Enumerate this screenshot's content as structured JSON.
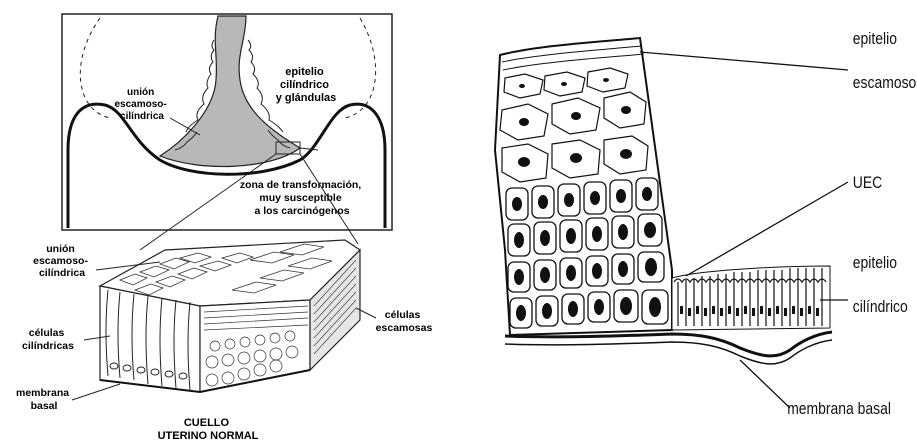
{
  "left_panel": {
    "top_inset": {
      "label_union": [
        "unión",
        "escamoso-",
        "cilíndrica"
      ],
      "label_epitelio": [
        "epitelio",
        "cilíndrico",
        "y glándulas"
      ],
      "label_zona": [
        "zona de transformación,",
        "muy susceptible",
        "a los carcinógenos"
      ]
    },
    "block_labels": {
      "union": [
        "unión",
        "escamoso-",
        "cilíndrica"
      ],
      "celulas_cilindricas": [
        "células",
        "cilíndricas"
      ],
      "membrana_basal": [
        "membrana",
        "basal"
      ],
      "celulas_escamosas": [
        "células",
        "escamosas"
      ],
      "title": [
        "CUELLO",
        "UTERINO NORMAL"
      ]
    }
  },
  "right_panel": {
    "labels": {
      "epitelio_escamoso": [
        "epitelio",
        "escamoso"
      ],
      "uec": "UEC",
      "epitelio_cilindrico": [
        "epitelio",
        "cilíndrico"
      ],
      "membrana_basal": "membrana basal"
    }
  }
}
